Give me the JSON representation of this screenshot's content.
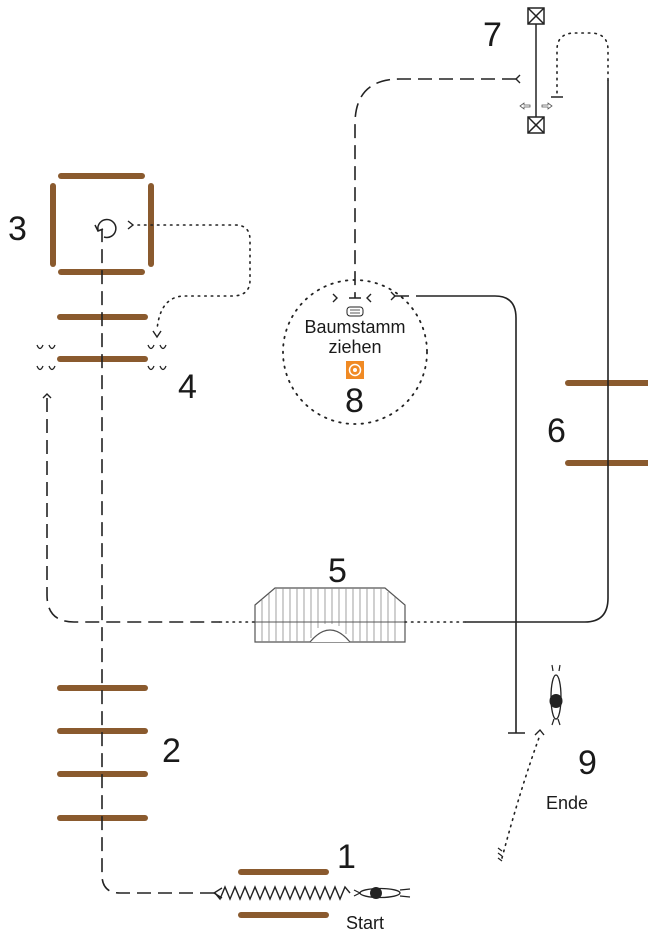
{
  "stations": [
    {
      "id": "1",
      "label": "1"
    },
    {
      "id": "2",
      "label": "2"
    },
    {
      "id": "3",
      "label": "3"
    },
    {
      "id": "4",
      "label": "4"
    },
    {
      "id": "5",
      "label": "5"
    },
    {
      "id": "6",
      "label": "6"
    },
    {
      "id": "7",
      "label": "7"
    },
    {
      "id": "8",
      "label": "8"
    },
    {
      "id": "9",
      "label": "9"
    }
  ],
  "texts": {
    "start": "Start",
    "end": "Ende",
    "log_line1": "Baumstamm",
    "log_line2": "ziehen"
  },
  "colors": {
    "pole": "#8a5a2e",
    "target_icon": "#f08a24",
    "line": "#222222"
  },
  "icons": [
    "horse-rider-icon",
    "horse-rider-end-icon",
    "target-icon",
    "log-icon",
    "gate-box-icon",
    "bridge-icon",
    "cone-icon"
  ]
}
